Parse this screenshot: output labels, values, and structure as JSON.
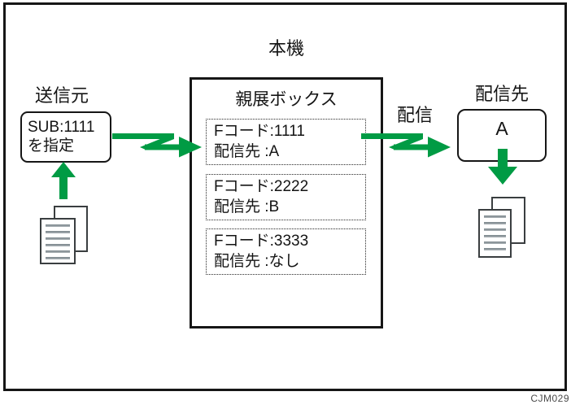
{
  "figure_code": "CJM029",
  "machine": {
    "label": "本機",
    "box_title": "親展ボックス"
  },
  "sender": {
    "label": "送信元",
    "sub_line1": "SUB:1111",
    "sub_line2": "を指定"
  },
  "confidential_entries": [
    {
      "fcode": "Fコード:1111",
      "dest": "配信先 :A"
    },
    {
      "fcode": "Fコード:2222",
      "dest": "配信先 :B"
    },
    {
      "fcode": "Fコード:3333",
      "dest": "配信先 :なし"
    }
  ],
  "delivery": {
    "label": "配信",
    "destination_label": "配信先",
    "destination_name": "A"
  },
  "icons": {
    "fax_arrow": "zigzag-fax-arrow-right",
    "up_arrow": "block-arrow-up",
    "down_arrow": "block-arrow-down",
    "documents": "document-stack"
  },
  "colors": {
    "arrow_green": "#009b44",
    "line_black": "#161616",
    "doc_line_gray": "#8d989b",
    "code_gray": "#4a4a4a"
  }
}
